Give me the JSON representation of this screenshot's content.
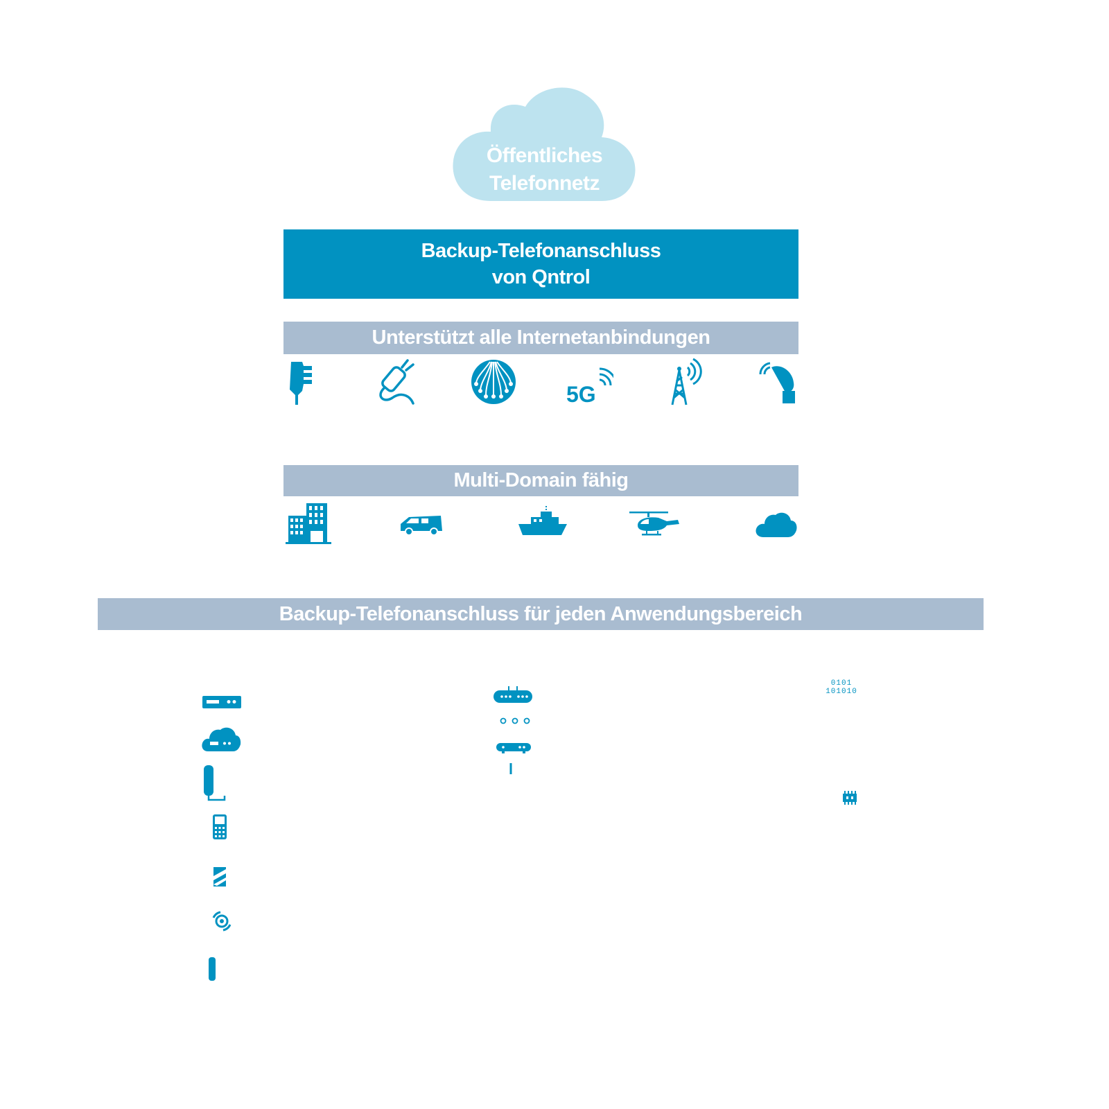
{
  "cloud": {
    "text": "Öffentliches\nTelefonnetz"
  },
  "main_bar": {
    "line1": "Backup-Telefonanschluss",
    "line2": "von Qntrol"
  },
  "internet_bar": {
    "label": "Unterstützt alle Internetanbindungen"
  },
  "internet_icons": [
    "dsl-plug-icon",
    "cable-icon",
    "fiber-icon",
    "5g-icon",
    "radio-tower-icon",
    "satellite-dish-icon"
  ],
  "fiveg_label": "5G",
  "domain_bar": {
    "label": "Multi-Domain fähig"
  },
  "domain_icons": [
    "building-icon",
    "van-icon",
    "ship-icon",
    "helicopter-icon",
    "cloud-icon"
  ],
  "anwendung_bar": {
    "label": "Backup-Telefonanschluss für jeden Anwendungsbereich"
  },
  "binary_text": {
    "line1": "0101",
    "line2": "101010"
  },
  "colors": {
    "primary": "#0192c1",
    "bar_grey": "#a9bcd0",
    "cloud": "#bde3ef",
    "white": "#ffffff"
  }
}
